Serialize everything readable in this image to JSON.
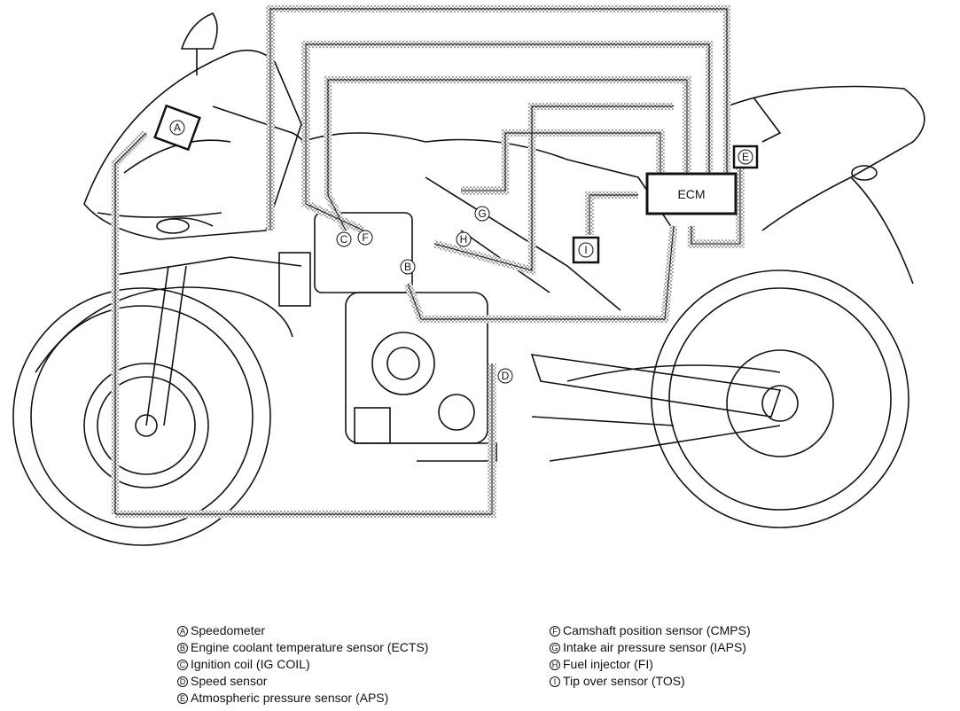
{
  "diagram": {
    "ecm_label": "ECM",
    "markers": {
      "A": "A",
      "B": "B",
      "C": "C",
      "D": "D",
      "E": "E",
      "F": "F",
      "G": "G",
      "H": "H",
      "I": "I"
    }
  },
  "legend": {
    "left": [
      {
        "key": "A",
        "text": "Speedometer"
      },
      {
        "key": "B",
        "text": "Engine coolant temperature sensor (ECTS)"
      },
      {
        "key": "C",
        "text": "Ignition coil (IG COIL)"
      },
      {
        "key": "D",
        "text": "Speed sensor"
      },
      {
        "key": "E",
        "text": "Atmospheric pressure sensor (APS)"
      }
    ],
    "right": [
      {
        "key": "F",
        "text": "Camshaft position sensor (CMPS)"
      },
      {
        "key": "G",
        "text": "Intake air pressure sensor (IAPS)"
      },
      {
        "key": "H",
        "text": "Fuel injector (FI)"
      },
      {
        "key": "I",
        "text": "Tip over sensor (TOS)"
      }
    ]
  }
}
